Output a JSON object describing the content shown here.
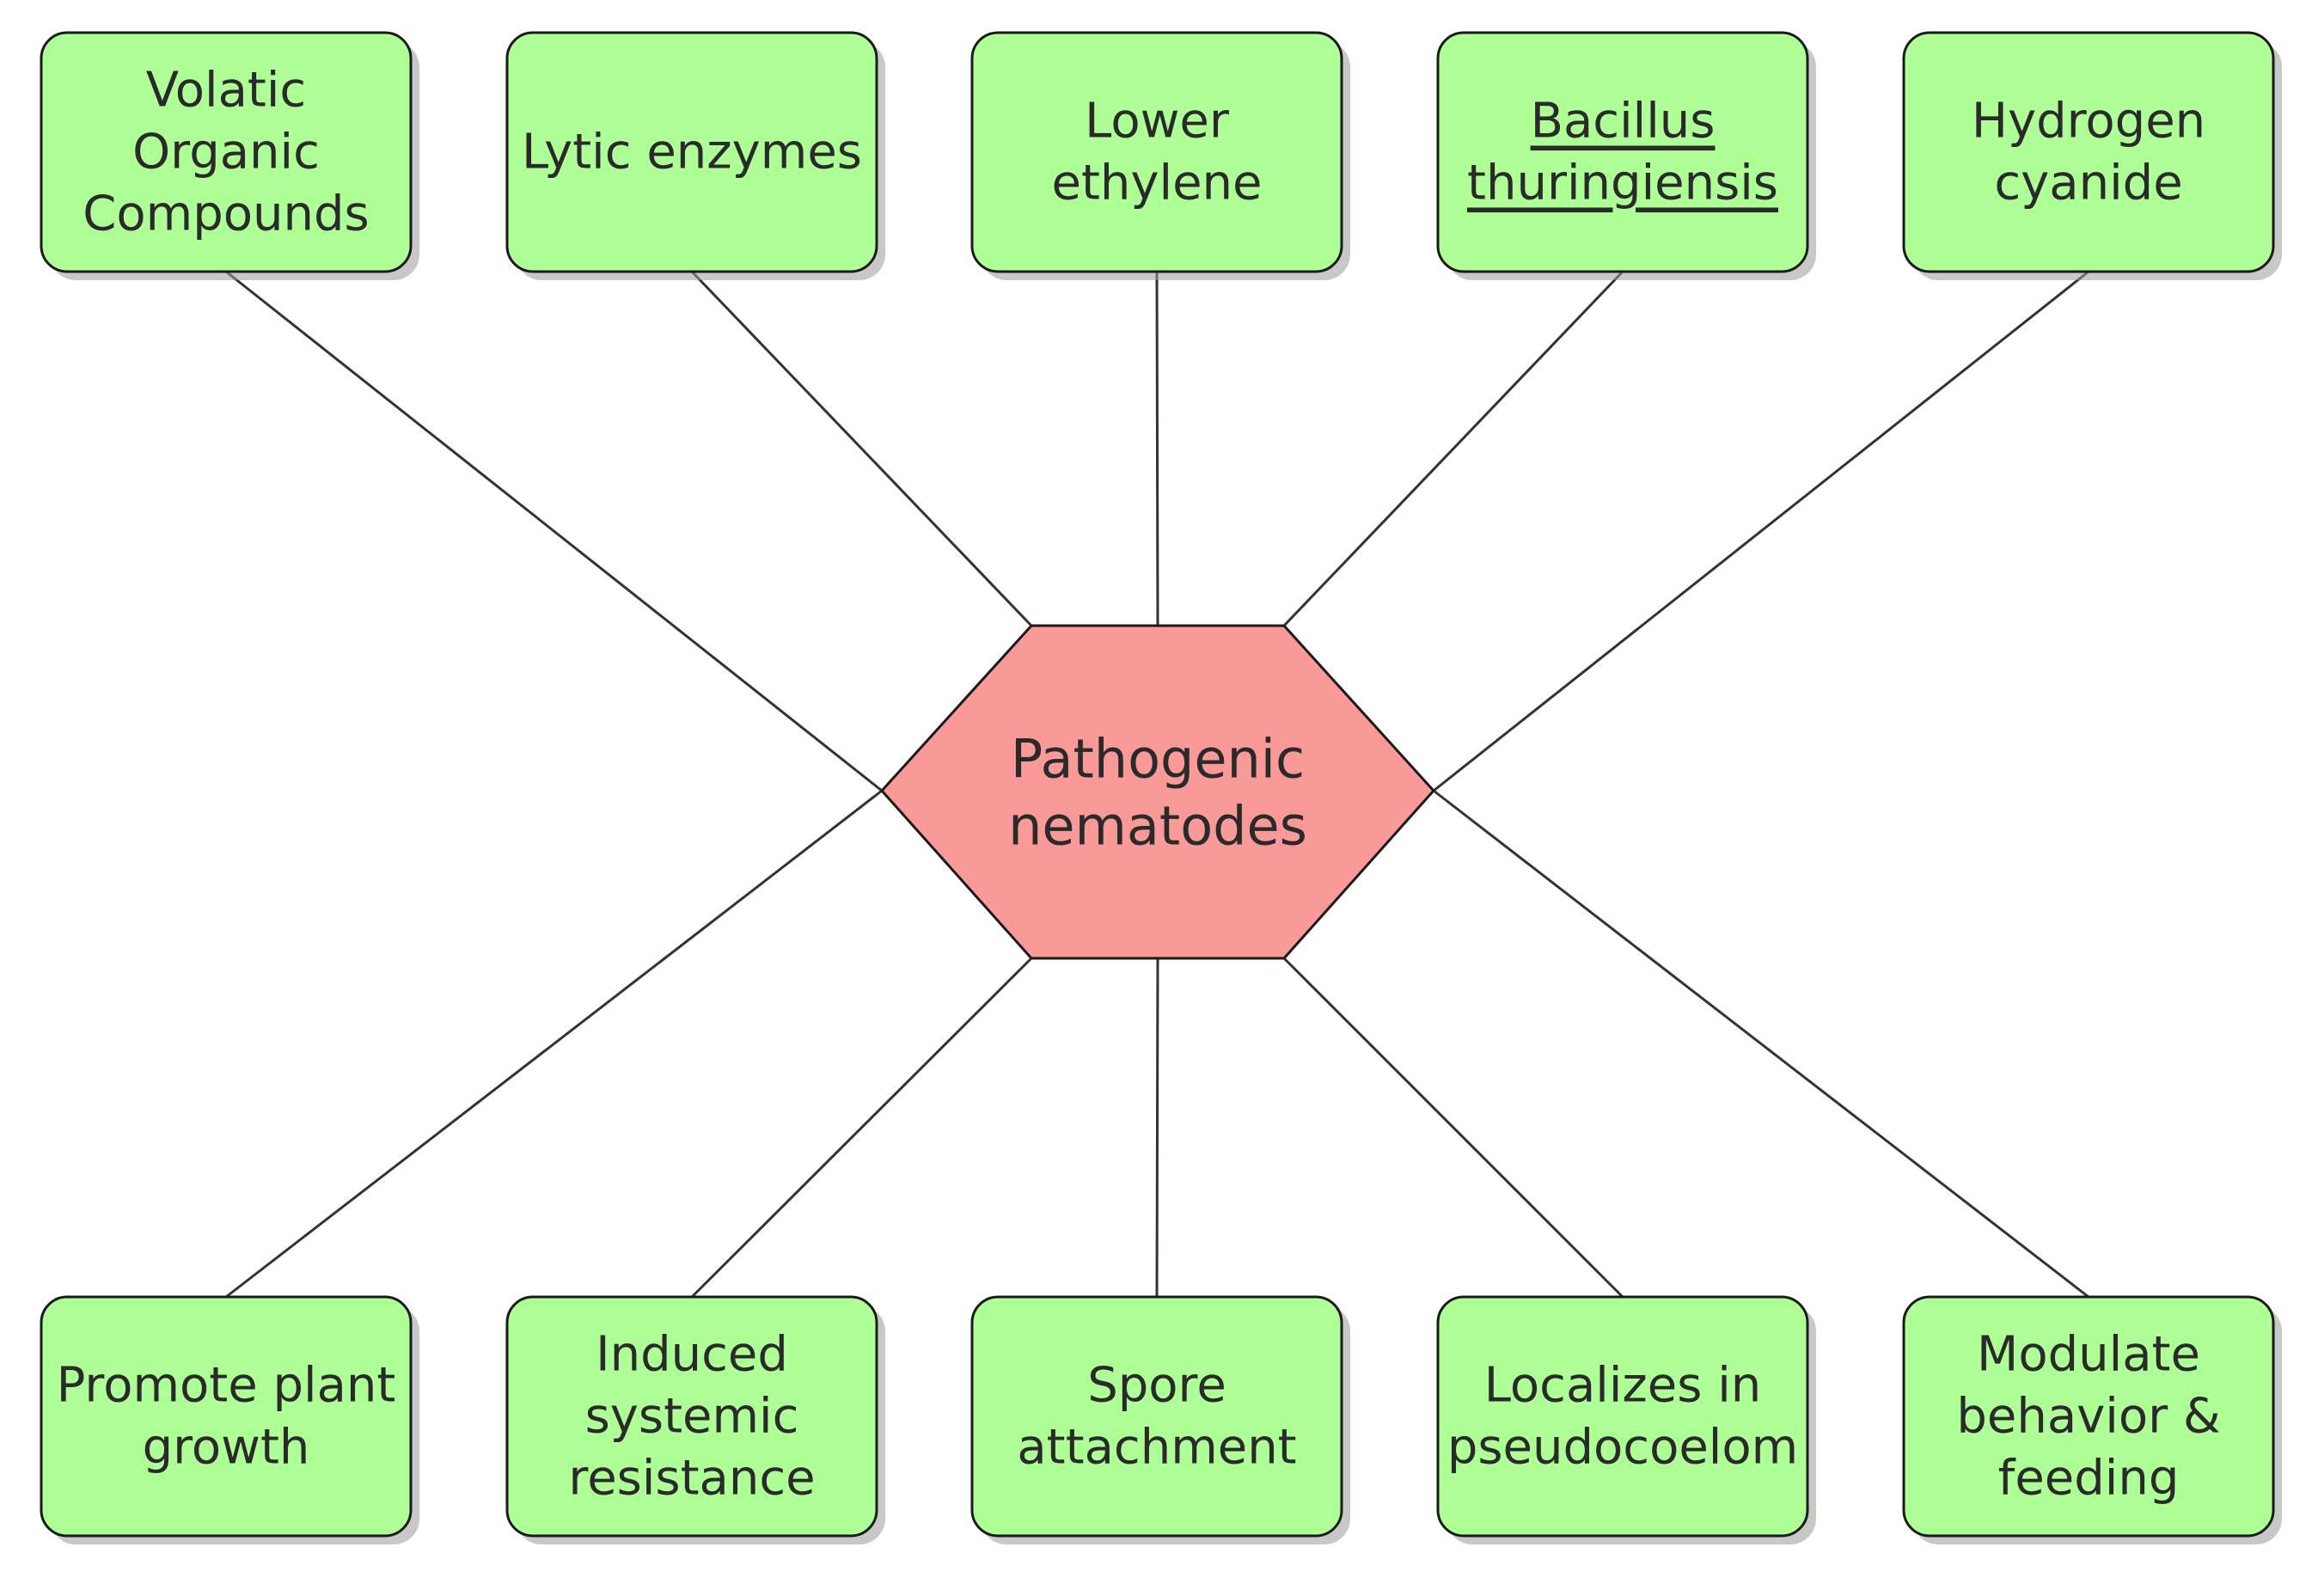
{
  "center": {
    "lines": [
      "Pathogenic",
      "nematodes"
    ],
    "color": "#f99a98"
  },
  "box_color": "#afff97",
  "top_boxes": [
    {
      "id": "voc",
      "lines": [
        "Volatic",
        "Organic",
        "Compounds"
      ],
      "underline": false
    },
    {
      "id": "lytic",
      "lines": [
        "Lytic enzymes"
      ],
      "underline": false
    },
    {
      "id": "ethylene",
      "lines": [
        "Lower",
        "ethylene"
      ],
      "underline": false
    },
    {
      "id": "bt",
      "lines": [
        "Bacillus",
        "thuringiensis"
      ],
      "underline": true
    },
    {
      "id": "hcn",
      "lines": [
        "Hydrogen",
        "cyanide"
      ],
      "underline": false
    }
  ],
  "bottom_boxes": [
    {
      "id": "growth",
      "lines": [
        "Promote plant",
        "growth"
      ],
      "underline": false
    },
    {
      "id": "isr",
      "lines": [
        "Induced",
        "systemic",
        "resistance"
      ],
      "underline": false
    },
    {
      "id": "spore",
      "lines": [
        "Spore",
        "attachment"
      ],
      "underline": false
    },
    {
      "id": "pseudocoelom",
      "lines": [
        "Localizes in",
        "pseudocoelom"
      ],
      "underline": false
    },
    {
      "id": "behavior",
      "lines": [
        "Modulate",
        "behavior &",
        "feeding"
      ],
      "underline": false
    }
  ]
}
